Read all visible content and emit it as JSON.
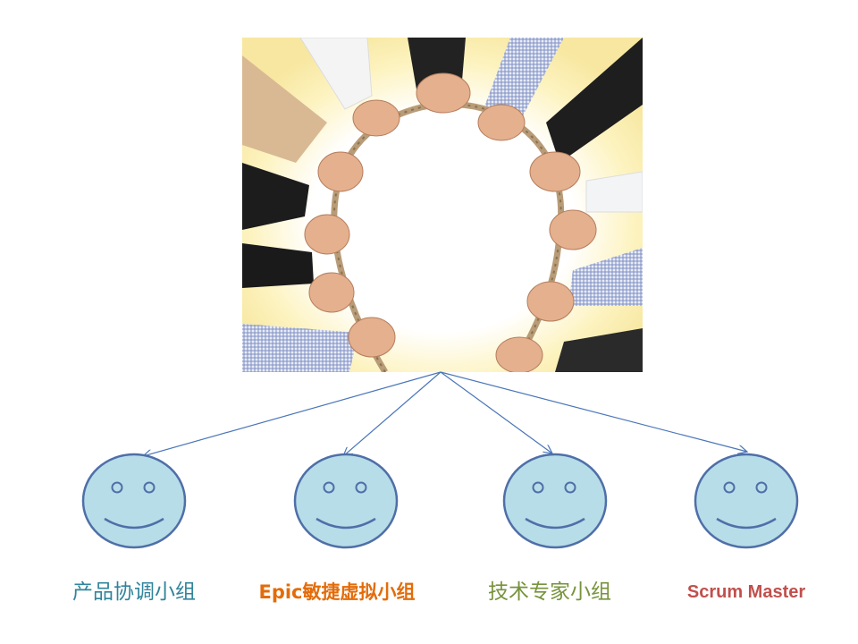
{
  "labels": [
    {
      "text": "产品协调小组",
      "color": "#31849b"
    },
    {
      "text": "Epic敏捷虚拟小组",
      "color": "#e36c0a"
    },
    {
      "text": "技术专家小组",
      "color": "#77933c"
    },
    {
      "text": "Scrum Master",
      "color": "#c0504d"
    }
  ],
  "colors": {
    "face_fill": "#b7dde8",
    "face_stroke": "#4f6fa8",
    "connector": "#4a76b8",
    "glow": "#fff3b0"
  },
  "icons": [
    "smiley-face-icon",
    "hands-holding-rope-photo"
  ]
}
